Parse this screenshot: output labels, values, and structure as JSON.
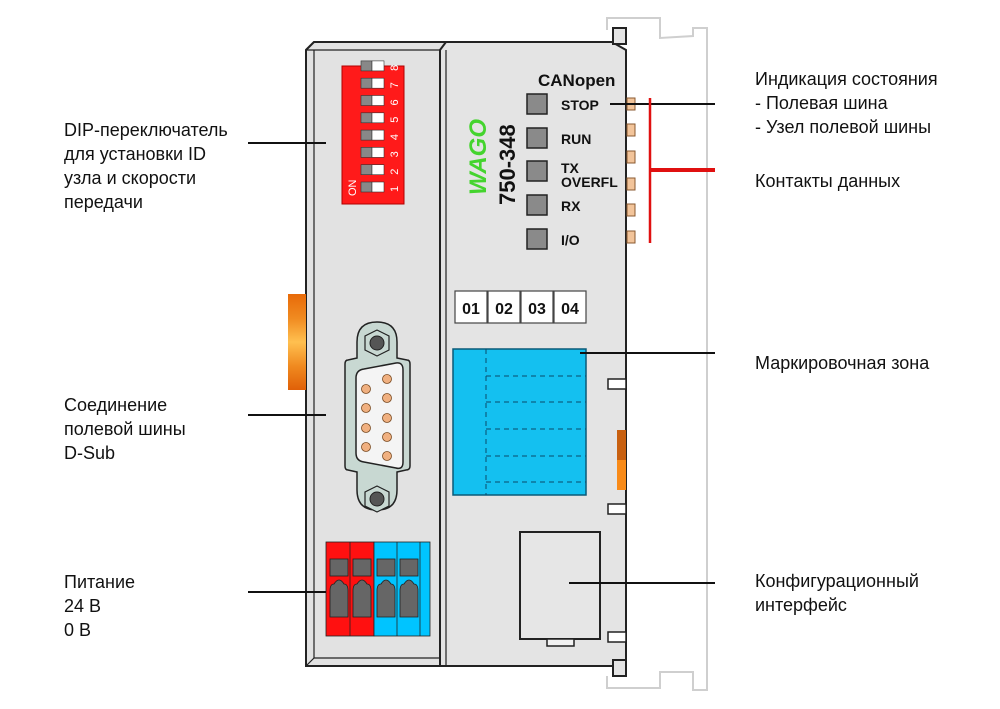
{
  "device": {
    "brand": "WAGO",
    "model": "750-348",
    "protocol": "CANopen",
    "leds": [
      {
        "label": "STOP"
      },
      {
        "label": "RUN"
      },
      {
        "label": "TX\nOVERFL"
      },
      {
        "label": "RX"
      },
      {
        "label": "I/O"
      }
    ],
    "dip_switch": {
      "on_label": "ON",
      "positions": [
        "1",
        "2",
        "3",
        "4",
        "5",
        "6",
        "7",
        "8"
      ]
    },
    "marker_tabs": [
      "01",
      "02",
      "03",
      "04"
    ]
  },
  "callouts": {
    "dip_switch": "DIP-переключатель\nдля установки ID\nузла и скорости\nпередачи",
    "dsub": "Соединение\nполевой шины\nD-Sub",
    "power": "Питание\n24 В\n0 В",
    "status": "Индикация состояния\n- Полевая шина\n- Узел полевой шины",
    "data_contacts": "Контакты данных",
    "marking_zone": "Маркировочная зона",
    "config_interface": "Конфигурационный\nинтерфейс"
  },
  "colors": {
    "housing": "#e4e4e4",
    "dip_red": "#ff1a1a",
    "power_red": "#ff1010",
    "power_blue": "#00c4ff",
    "marking_blue": "#14c0f0",
    "wago_green": "#44d42e",
    "contact": "#f2c49a",
    "orange_latch": "#f07a10",
    "data_line_red": "#e01010"
  }
}
